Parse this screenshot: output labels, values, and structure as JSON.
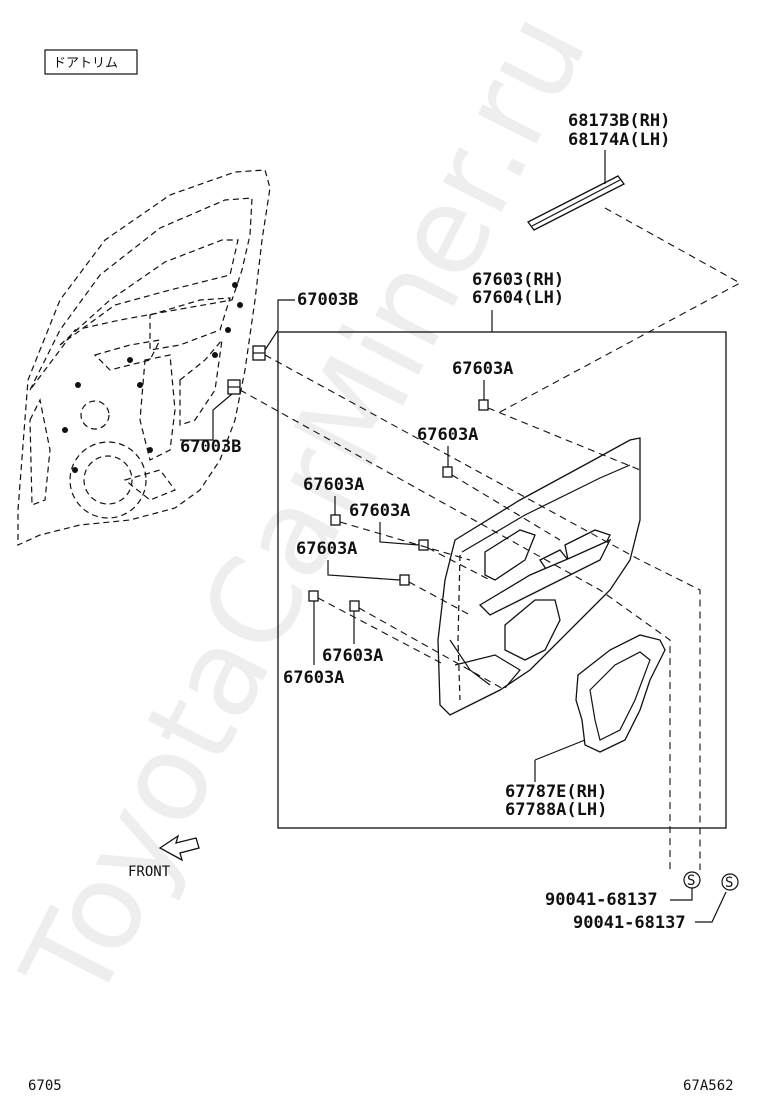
{
  "header": {
    "section_label": "ドアトリム"
  },
  "watermark": {
    "text": "ToyotaCarMiner.ru"
  },
  "callouts": {
    "mould_rh": "68173B(RH)",
    "mould_lh": "68174A(LH)",
    "board_rh": "67603(RH)",
    "board_lh": "67604(LH)",
    "clip_b_top": "67003B",
    "clip_b_bottom": "67003B",
    "clip_a_1": "67603A",
    "clip_a_2": "67603A",
    "clip_a_3": "67603A",
    "clip_a_4": "67603A",
    "clip_a_5": "67603A",
    "clip_a_6": "67603A",
    "clip_a_7": "67603A",
    "seal_rh": "67787E(RH)",
    "seal_lh": "67788A(LH)",
    "screw_1": "90041-68137",
    "screw_2": "90041-68137",
    "screw_symbol": "S"
  },
  "front_arrow": {
    "label": "FRONT"
  },
  "footer": {
    "page_code": "6705",
    "figure_code": "67A562"
  }
}
